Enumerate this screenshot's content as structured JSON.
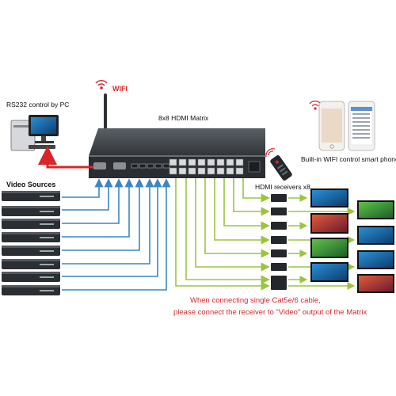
{
  "title": "8x8 HDMI Matrix",
  "labels": {
    "wifi": "WIFI",
    "rs232": "RS232 control by PC",
    "smartphone": "Built-in WIFI control smart phone",
    "sources": "Video Sources",
    "receivers": "HDMI receivers x8"
  },
  "note": {
    "line1": "When connecting single Cat5e/6 cable,",
    "line2": "please connect the receiver to \"Video\" output of the Matrix"
  },
  "colors": {
    "hdmi_arrow": "#3a86c8",
    "cat_line": "#9bc53d",
    "control_arrow": "#d8262a",
    "note_text": "#d8262a",
    "device_body": "#3b3f44"
  },
  "icons": [
    "wifi-icon",
    "pc-icon",
    "smartphone-icon",
    "remote-icon",
    "antenna-icon"
  ]
}
